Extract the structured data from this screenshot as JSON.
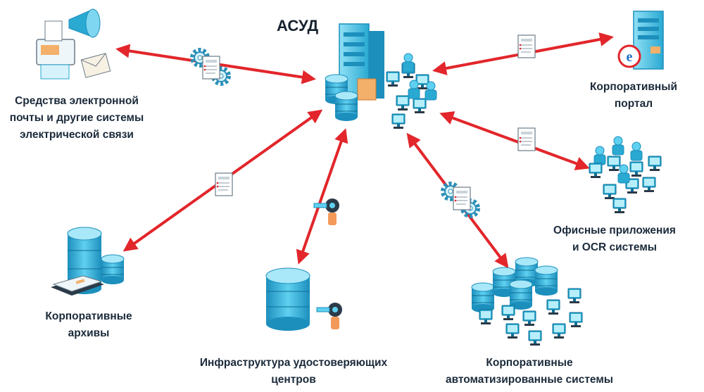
{
  "title": "АСУД",
  "nodes": {
    "email": {
      "lines": [
        "Средства электронной",
        "почты и другие системы",
        "электрической связи"
      ]
    },
    "portal": {
      "lines": [
        "Корпоративный",
        "портал"
      ]
    },
    "office": {
      "lines": [
        "Офисные приложения",
        "и OCR системы"
      ]
    },
    "archive": {
      "lines": [
        "Корпоративные",
        "архивы"
      ]
    },
    "infra": {
      "lines": [
        "Инфраструктура удостоверяющих",
        "центров"
      ]
    },
    "auto": {
      "lines": [
        "Корпоративные",
        "автоматизированные системы"
      ]
    }
  },
  "colors": {
    "arrow": "#e2262b",
    "server": "#2aa9d2",
    "server_light": "#7fd6f0",
    "text": "#1b2a3a"
  }
}
